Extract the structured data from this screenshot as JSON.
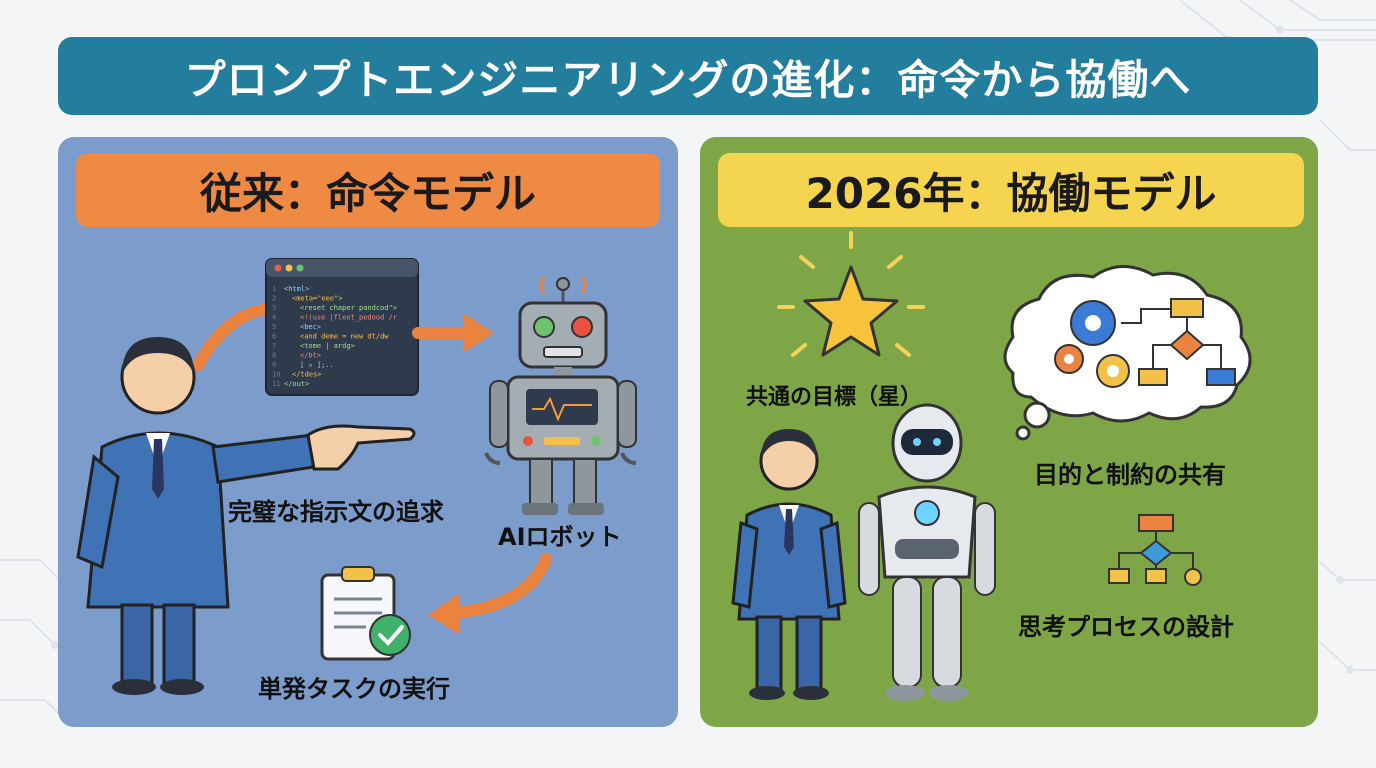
{
  "title": "プロンプトエンジニアリングの進化：命令から協働へ",
  "left_panel": {
    "header": "従来：命令モデル",
    "labels": {
      "instruction": "完璧な指示文の追求",
      "robot": "AIロボット",
      "task": "単発タスクの実行"
    },
    "code_lines": [
      "<html>",
      "<meta=\"eee\">",
      "<reset chaper pandcod\">",
      "<!(use |fleet_pedood /r",
      "<bec>",
      "<and deme = new dt/dw",
      "<tome | ardg>",
      "</bt>",
      "[ ▫ ];..",
      "</tdes>",
      "</out>"
    ],
    "colors": {
      "background": "#7c9ccc",
      "header": "#ee8a44",
      "arrow": "#ea8240"
    }
  },
  "right_panel": {
    "header": "2026年：協働モデル",
    "labels": {
      "goal": "共通の目標（星）",
      "share": "目的と制約の共有",
      "design": "思考プロセスの設計"
    },
    "colors": {
      "background": "#7ea647",
      "header": "#f5d450",
      "star": "#f6c33a"
    }
  },
  "colors": {
    "title_bar": "#237e9d",
    "suit": "#3f73b6"
  }
}
